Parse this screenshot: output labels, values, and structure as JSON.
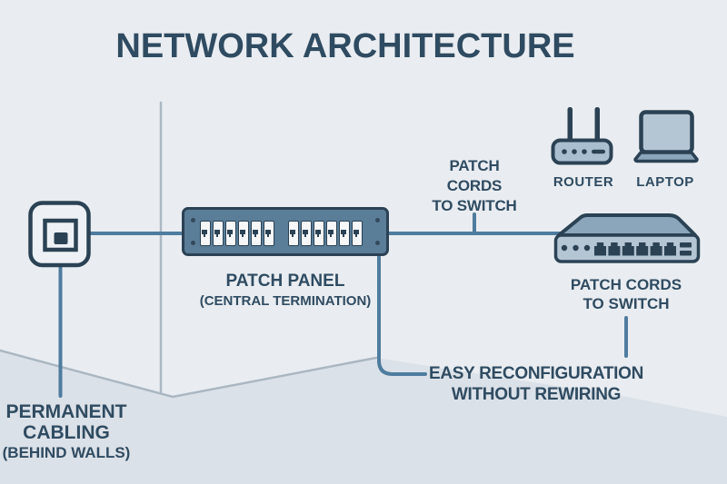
{
  "title": "NETWORK ARCHITECTURE",
  "colors": {
    "background": "#e9edf1",
    "floor": "#dbe1e8",
    "text": "#2f4b61",
    "cable": "#4e7c9e",
    "wall_line": "#aab7c2",
    "outline": "#2b4254",
    "panel_body": "#5a7d98",
    "port_fill": "#f5f7f9",
    "device_light": "#b4c5d4",
    "device_mid": "#8ba5ba",
    "router_fill": "#a9bfd0",
    "screw": "#34495c",
    "jack_fill": "#edf1f5"
  },
  "labels": {
    "patch_cords_upper": {
      "line1": "PATCH",
      "line2": "CORDS",
      "line3": "TO SWITCH"
    },
    "router": "ROUTER",
    "laptop": "LAPTOP",
    "patch_panel": {
      "title": "PATCH PANEL",
      "subtitle": "(CENTRAL TERMINATION)"
    },
    "patch_cords_lower": {
      "line1": "PATCH CORDS",
      "line2": "TO SWITCH"
    },
    "reconfiguration": {
      "line1": "EASY RECONFIGURATION",
      "line2": "WITHOUT REWIRING"
    },
    "permanent_cabling": {
      "line1": "PERMANENT",
      "line2": "CABLING",
      "line3": "(BEHIND WALLS)"
    }
  },
  "devices": {
    "patch_panel": {
      "groups": 2,
      "ports_per_group": 6
    },
    "switch": {
      "ports": 6,
      "leds": 3
    }
  }
}
